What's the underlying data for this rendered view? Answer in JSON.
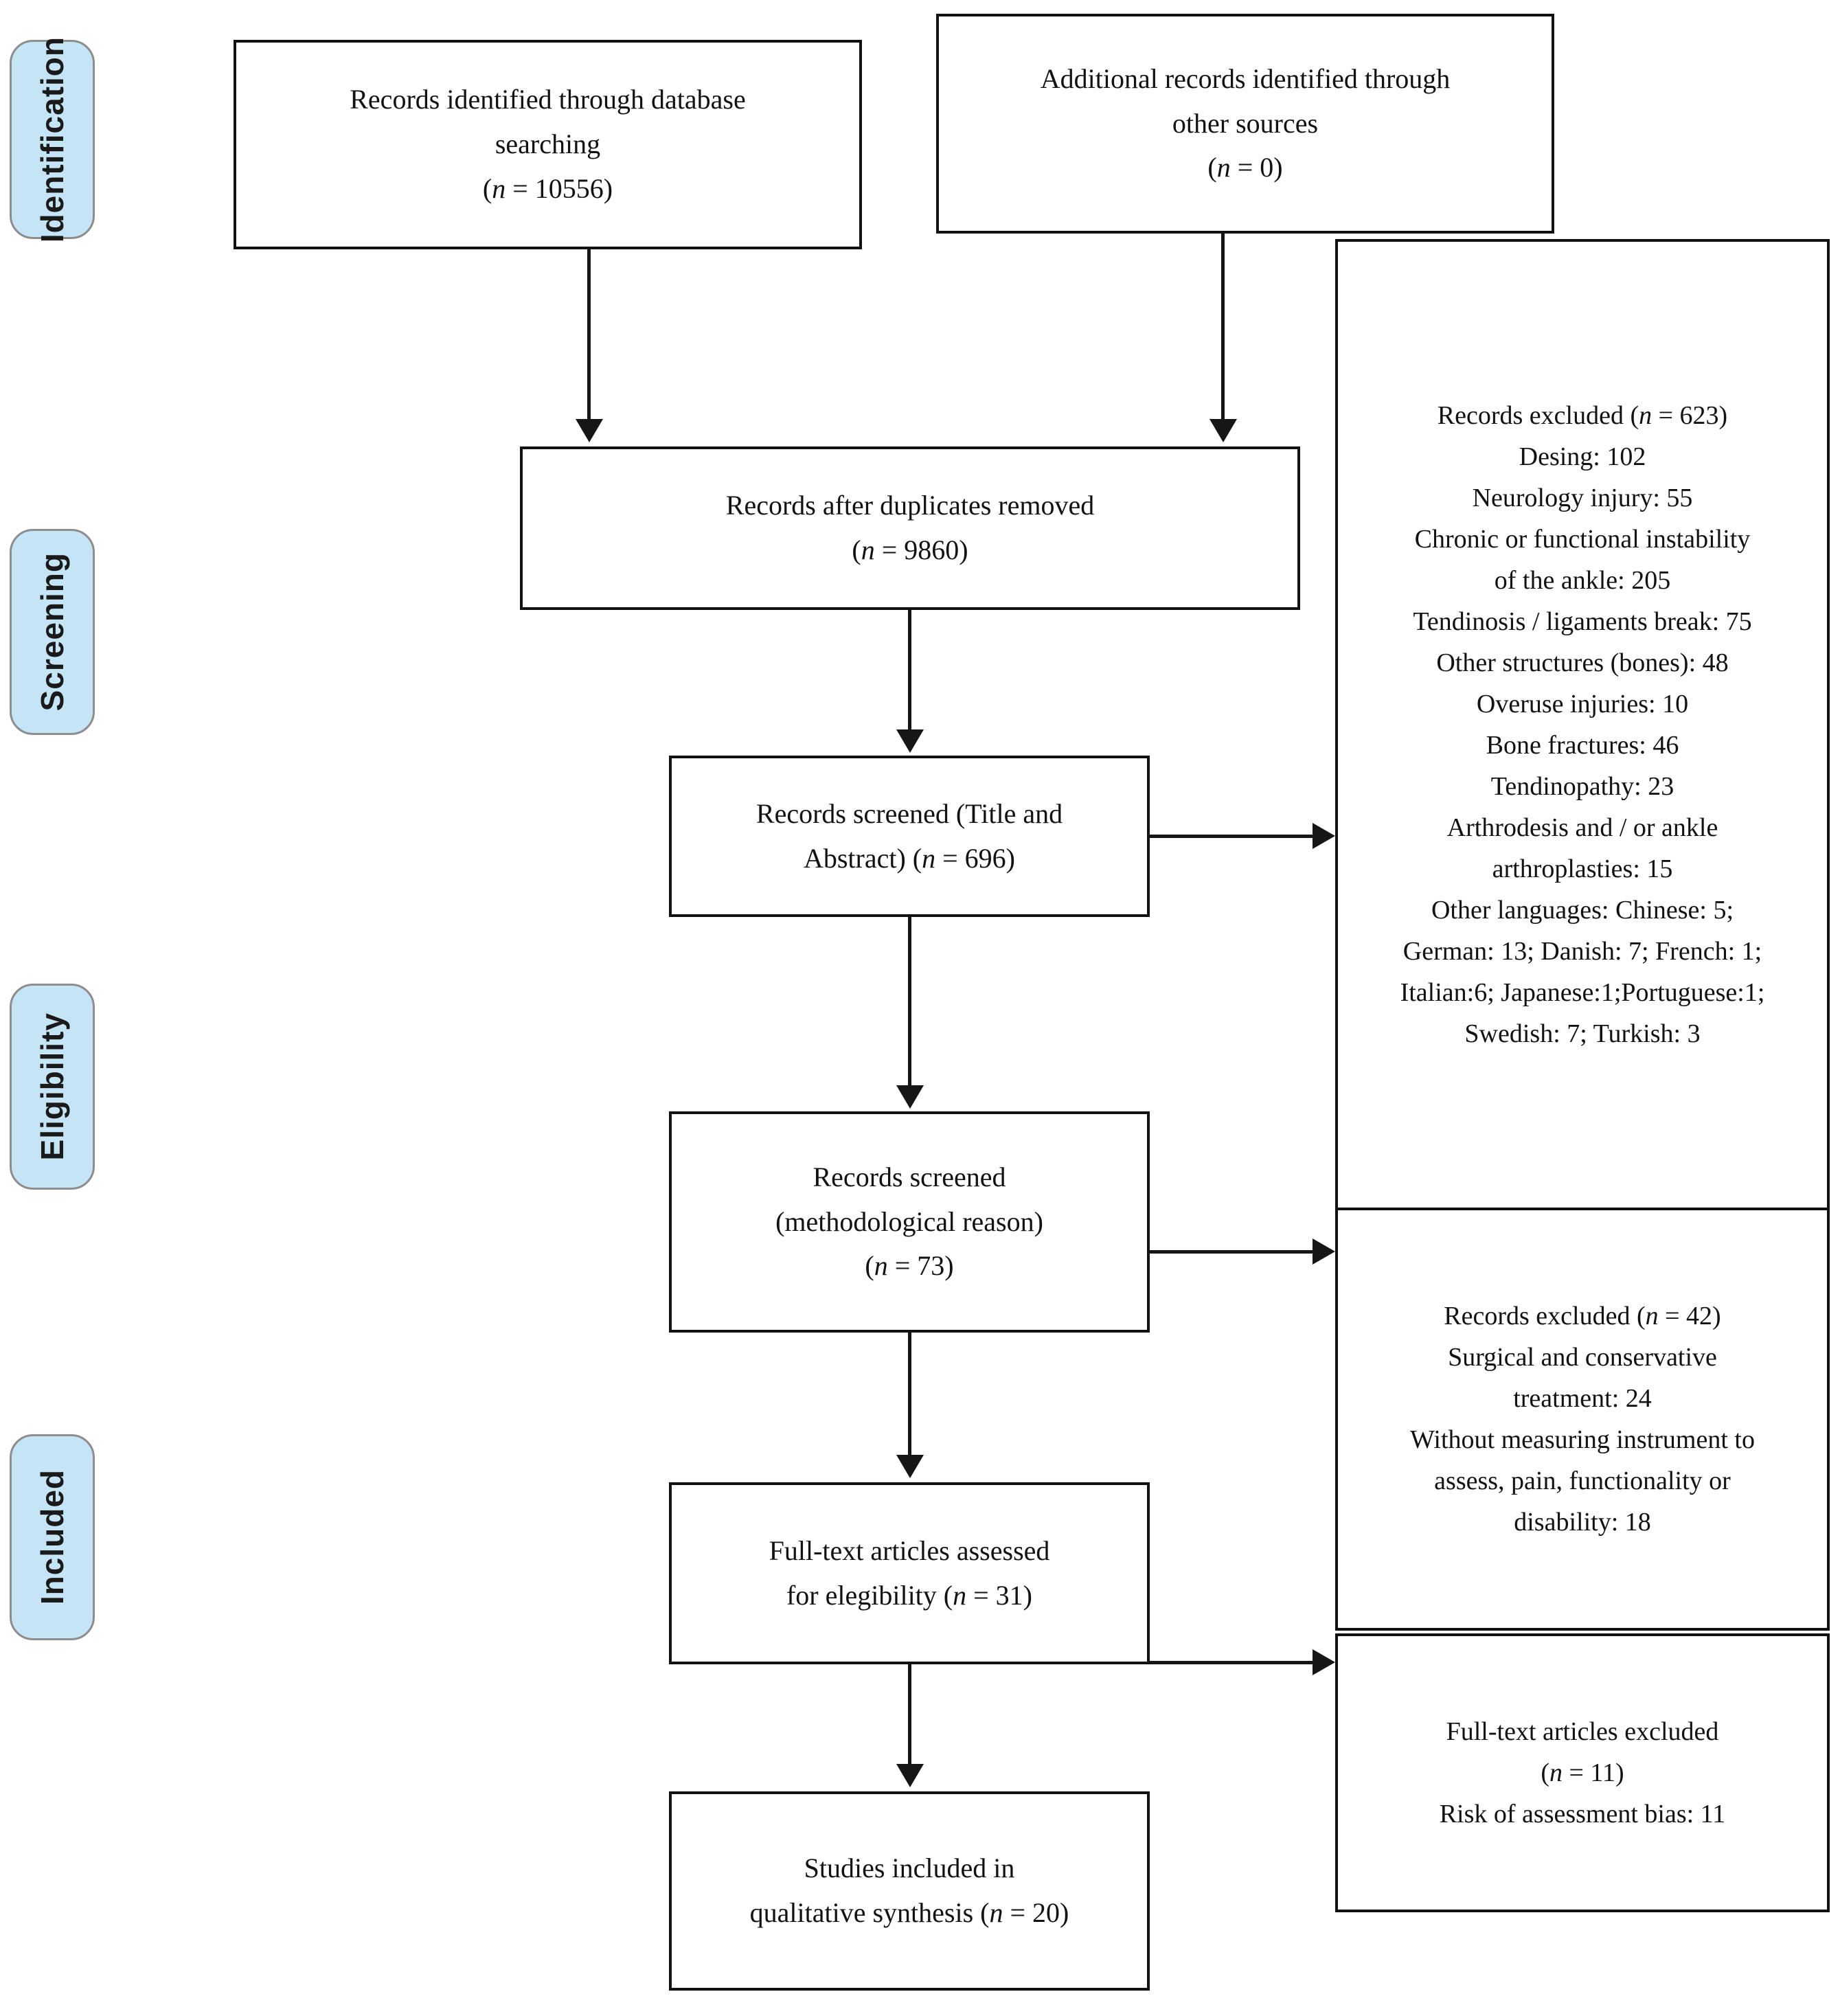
{
  "diagram": {
    "title": "PRISMA flow diagram",
    "type": "prisma-flow",
    "accent_color": "#c5e5f7",
    "border_color": "#111111"
  },
  "stages": [
    {
      "label": "Identification"
    },
    {
      "label": "Screening"
    },
    {
      "label": "Eligibility"
    },
    {
      "label": "Included"
    }
  ],
  "boxes": {
    "db_search": {
      "line1": "Records identified through database",
      "line2": "searching",
      "line3_italic": "n",
      "line3_rest": " = 10556)",
      "line3_open": "("
    },
    "other_sources": {
      "line1": "Additional records identified through",
      "line2": "other sources",
      "line3_open": "(",
      "line3_italic": "n",
      "line3_rest": " = 0)"
    },
    "duplicates_removed": {
      "line1": "Records after duplicates removed",
      "line2_open": "(",
      "line2_italic": "n",
      "line2_rest": " = 9860)"
    },
    "screened_title_abstract": {
      "line1": "Records screened (Title and",
      "line2_pre": "Abstract) (",
      "line2_italic": "n",
      "line2_rest": " = 696)"
    },
    "screened_methodological": {
      "line1": "Records screened",
      "line2": "(methodological reason)",
      "line3_open": "(",
      "line3_italic": "n",
      "line3_rest": " = 73)"
    },
    "fulltext_assessed": {
      "line1": "Full-text articles assessed",
      "line2_pre": "for elegibility (",
      "line2_italic": "n",
      "line2_rest": " = 31)"
    },
    "studies_included": {
      "line1": "Studies included in",
      "line2_pre": "qualitative synthesis (",
      "line2_italic": "n",
      "line2_rest": " = 20)"
    }
  },
  "exclusions": {
    "screening_excluded": {
      "header_pre": "Records excluded (",
      "header_italic": "n",
      "header_rest": " = 623)",
      "reasons": [
        "Desing: 102",
        "Neurology injury: 55",
        "Chronic or functional instability",
        "of the ankle: 205",
        "Tendinosis / ligaments break: 75",
        "Other structures (bones): 48",
        "Overuse injuries: 10",
        "Bone fractures: 46",
        "Tendinopathy: 23",
        "Arthrodesis and / or ankle",
        "arthroplasties: 15",
        "Other languages: Chinese: 5;",
        "German: 13; Danish: 7; French: 1;",
        "Italian:6; Japanese:1;Portuguese:1;",
        "Swedish: 7; Turkish: 3"
      ]
    },
    "methodological_excluded": {
      "header_pre": "Records excluded (",
      "header_italic": "n",
      "header_rest": " = 42)",
      "reasons": [
        "Surgical and conservative",
        "treatment: 24",
        "Without measuring instrument to",
        "assess, pain, functionality or",
        "disability: 18"
      ]
    },
    "fulltext_excluded": {
      "header": "Full-text articles excluded",
      "count_open": "(",
      "count_italic": "n",
      "count_rest": " = 11)",
      "reasons": [
        "Risk of assessment bias: 11"
      ]
    }
  }
}
